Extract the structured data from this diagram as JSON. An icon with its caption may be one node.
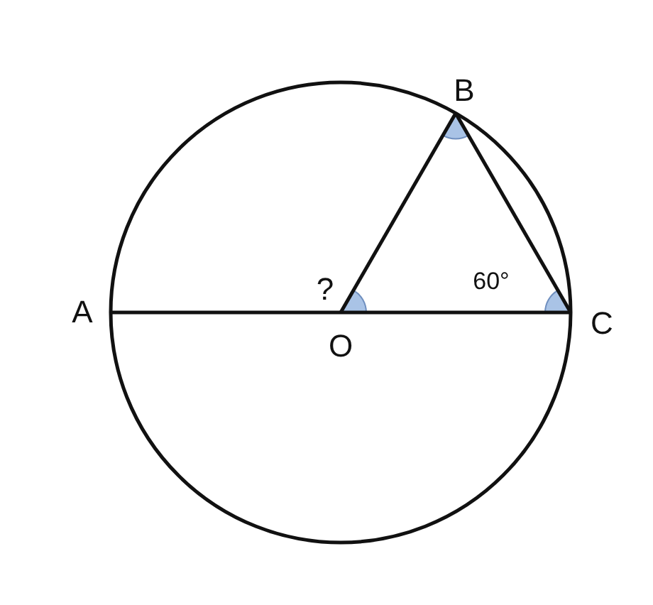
{
  "diagram": {
    "labels": [
      "B",
      "?",
      "60°",
      "A",
      "O",
      "C"
    ]
  }
}
